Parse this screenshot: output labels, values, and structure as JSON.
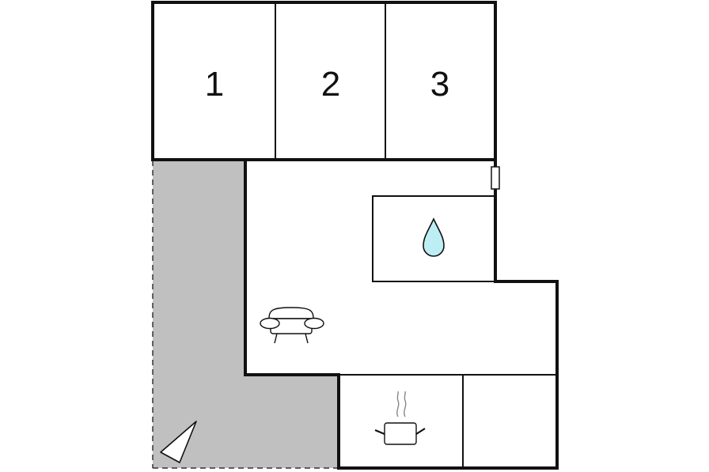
{
  "floorplan": {
    "rooms": [
      {
        "id": "bedroom-1",
        "label": "1"
      },
      {
        "id": "bedroom-2",
        "label": "2"
      },
      {
        "id": "bedroom-3",
        "label": "3"
      }
    ],
    "icons": {
      "bathroom": "water-drop-icon",
      "living": "sofa-icon",
      "kitchen": "cooking-pot-icon",
      "terrace": "compass-arrow-icon"
    },
    "colors": {
      "wall": "#111111",
      "terrace_fill": "#c0c0c0",
      "water_drop": "#bdeef3",
      "background": "#ffffff"
    }
  }
}
